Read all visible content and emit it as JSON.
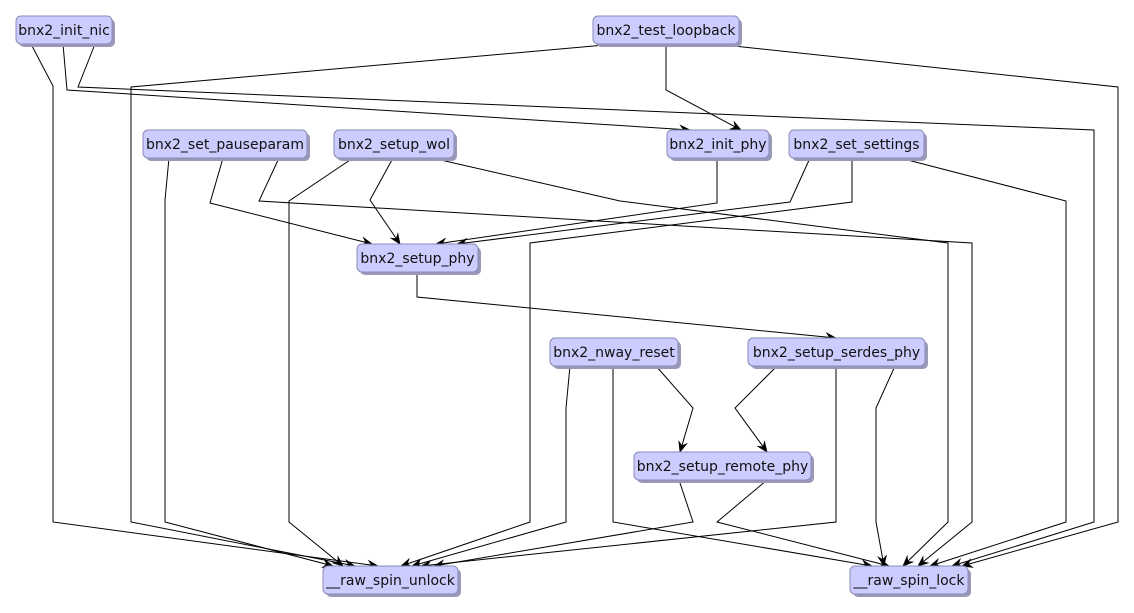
{
  "graph": {
    "title": "bnx2 call graph",
    "colors": {
      "node_fill": "#ccccff",
      "node_border": "#8a8ab8",
      "edge": "#000000"
    },
    "nodes": [
      {
        "id": "init_nic",
        "label": "bnx2_init_nic"
      },
      {
        "id": "test_loopback",
        "label": "bnx2_test_loopback"
      },
      {
        "id": "set_pauseparam",
        "label": "bnx2_set_pauseparam"
      },
      {
        "id": "setup_wol",
        "label": "bnx2_setup_wol"
      },
      {
        "id": "init_phy",
        "label": "bnx2_init_phy"
      },
      {
        "id": "set_settings",
        "label": "bnx2_set_settings"
      },
      {
        "id": "setup_phy",
        "label": "bnx2_setup_phy"
      },
      {
        "id": "nway_reset",
        "label": "bnx2_nway_reset"
      },
      {
        "id": "setup_serdes_phy",
        "label": "bnx2_setup_serdes_phy"
      },
      {
        "id": "setup_remote_phy",
        "label": "bnx2_setup_remote_phy"
      },
      {
        "id": "raw_spin_unlock",
        "label": "__raw_spin_unlock"
      },
      {
        "id": "raw_spin_lock",
        "label": "__raw_spin_lock"
      }
    ],
    "edges": [
      {
        "from": "init_nic",
        "to": "raw_spin_unlock"
      },
      {
        "from": "init_nic",
        "to": "init_phy"
      },
      {
        "from": "init_nic",
        "to": "raw_spin_lock"
      },
      {
        "from": "test_loopback",
        "to": "raw_spin_unlock"
      },
      {
        "from": "test_loopback",
        "to": "init_phy"
      },
      {
        "from": "test_loopback",
        "to": "raw_spin_lock"
      },
      {
        "from": "set_pauseparam",
        "to": "raw_spin_unlock"
      },
      {
        "from": "set_pauseparam",
        "to": "setup_phy"
      },
      {
        "from": "set_pauseparam",
        "to": "raw_spin_lock"
      },
      {
        "from": "setup_wol",
        "to": "raw_spin_unlock"
      },
      {
        "from": "setup_wol",
        "to": "setup_phy"
      },
      {
        "from": "setup_wol",
        "to": "raw_spin_lock"
      },
      {
        "from": "init_phy",
        "to": "setup_phy"
      },
      {
        "from": "set_settings",
        "to": "raw_spin_unlock"
      },
      {
        "from": "set_settings",
        "to": "setup_phy"
      },
      {
        "from": "set_settings",
        "to": "raw_spin_lock"
      },
      {
        "from": "setup_phy",
        "to": "setup_serdes_phy"
      },
      {
        "from": "nway_reset",
        "to": "raw_spin_unlock"
      },
      {
        "from": "nway_reset",
        "to": "raw_spin_lock"
      },
      {
        "from": "nway_reset",
        "to": "setup_remote_phy"
      },
      {
        "from": "setup_serdes_phy",
        "to": "setup_remote_phy"
      },
      {
        "from": "setup_serdes_phy",
        "to": "raw_spin_unlock"
      },
      {
        "from": "setup_serdes_phy",
        "to": "raw_spin_lock"
      },
      {
        "from": "setup_remote_phy",
        "to": "raw_spin_unlock"
      },
      {
        "from": "setup_remote_phy",
        "to": "raw_spin_lock"
      }
    ]
  }
}
